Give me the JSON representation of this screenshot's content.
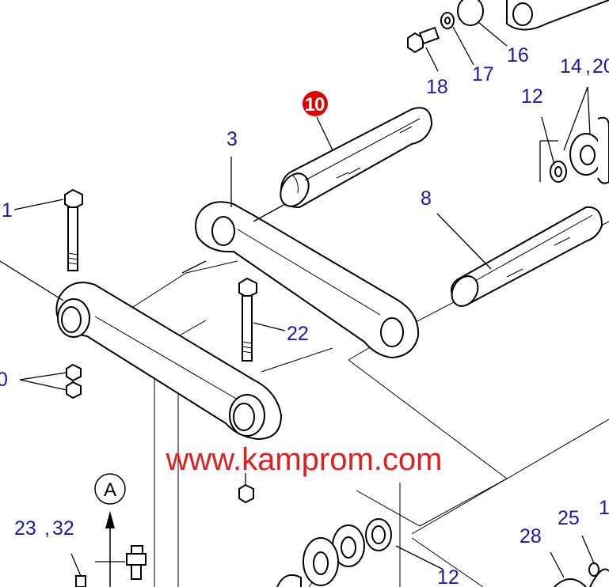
{
  "watermark": "www.kamprom.com",
  "view_label": "A",
  "callouts": {
    "c1": "1",
    "c3": "3",
    "c8": "8",
    "c10": "10",
    "c12a": "12",
    "c12b": "12",
    "c14": "14",
    "c14_comma": ",",
    "c20": "20",
    "c16": "16",
    "c17": "17",
    "c18": "18",
    "c22": "22",
    "c0": "0",
    "c23": "23",
    "c23_comma": ",",
    "c32": "32",
    "c25": "25",
    "c28": "28",
    "c1b": "1"
  },
  "colors": {
    "callout_text": "#1a1aa8",
    "highlight_badge": "#e00000",
    "watermark": "#e02020",
    "line_art": "#000000"
  }
}
